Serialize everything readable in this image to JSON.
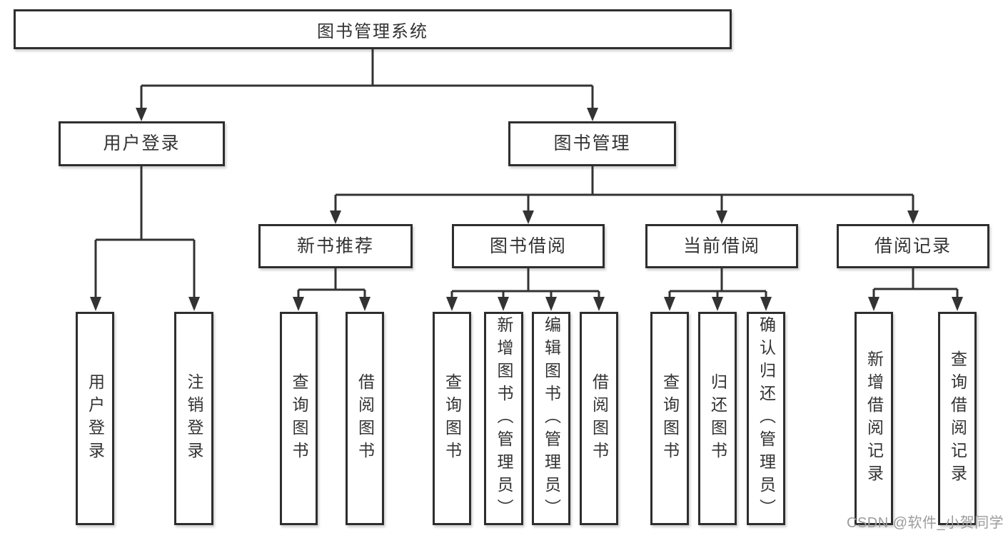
{
  "colors": {
    "line": "#333333",
    "box_border": "#2e2e2e",
    "text": "#333333",
    "watermark": "#9c9c9c",
    "background": "#ffffff"
  },
  "watermark": {
    "text": "CSDN @软件_小贺同学"
  },
  "tree": {
    "root": {
      "label": "图书管理系统"
    },
    "level2": [
      {
        "label": "用户登录"
      },
      {
        "label": "图书管理"
      }
    ],
    "level3": [
      {
        "label": "新书推荐",
        "parent": "图书管理"
      },
      {
        "label": "图书借阅",
        "parent": "图书管理"
      },
      {
        "label": "当前借阅",
        "parent": "图书管理"
      },
      {
        "label": "借阅记录",
        "parent": "图书管理"
      }
    ],
    "leaves": [
      {
        "label": "用户登录",
        "parent": "用户登录"
      },
      {
        "label": "注销登录",
        "parent": "用户登录"
      },
      {
        "label": "查询图书",
        "parent": "新书推荐"
      },
      {
        "label": "借阅图书",
        "parent": "新书推荐"
      },
      {
        "label": "查询图书",
        "parent": "图书借阅"
      },
      {
        "label": "新增图书（管理员）",
        "parent": "图书借阅"
      },
      {
        "label": "编辑图书（管理员）",
        "parent": "图书借阅"
      },
      {
        "label": "借阅图书",
        "parent": "图书借阅"
      },
      {
        "label": "查询图书",
        "parent": "当前借阅"
      },
      {
        "label": "归还图书",
        "parent": "当前借阅"
      },
      {
        "label": "确认归还（管理员）",
        "parent": "当前借阅"
      },
      {
        "label": "新增借阅记录",
        "parent": "借阅记录"
      },
      {
        "label": "查询借阅记录",
        "parent": "借阅记录"
      }
    ]
  }
}
